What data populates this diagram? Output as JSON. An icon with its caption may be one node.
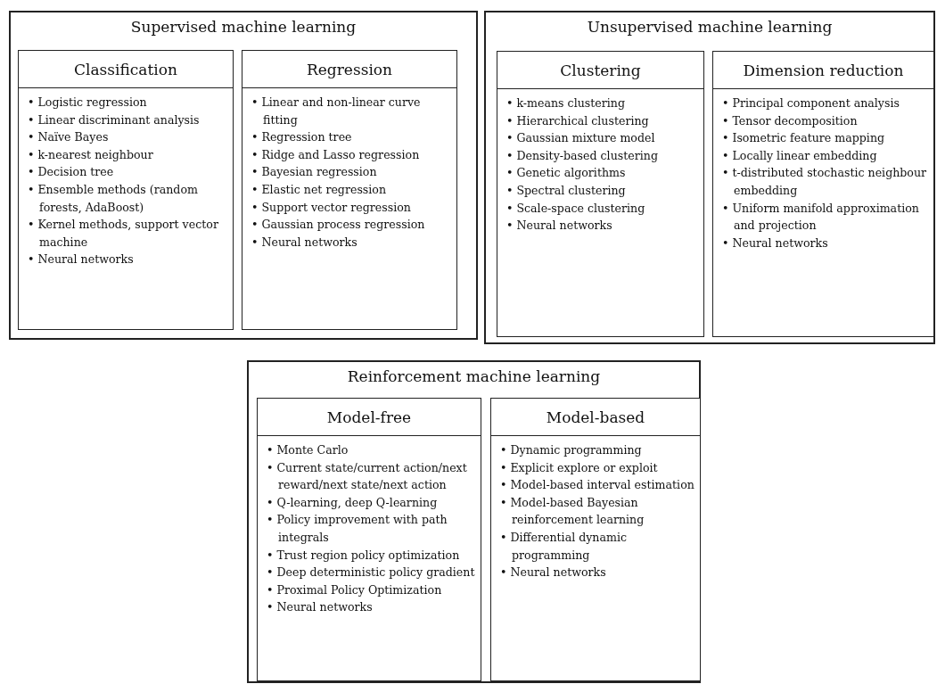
{
  "diagram": {
    "nodes": [
      {
        "text": [
          "Supervised machine learning"
        ]
      },
      {
        "text": [
          "Classification",
          "• Logistic regression",
          "• Linear discriminant analysis",
          "• Naïve Bayes",
          "• k-nearest neighbour",
          "• Decision tree",
          "• Ensemble methods (random forests, AdaBoost)",
          "• Kernel methods, support vector machine",
          "• Neural networks"
        ],
        "in": 0
      },
      {
        "text": [
          "Regression",
          "• Linear and non-linear curve fitting",
          "• Regression tree",
          "• Ridge and Lasso regression",
          "• Bayesian regression",
          "• Elastic net regression",
          "• Support vector regression",
          "• Gaussian process regression",
          "• Neural networks"
        ],
        "in": 0
      },
      {
        "text": [
          "Unsupervised machine learning"
        ]
      },
      {
        "text": [
          "Clustering",
          "• k-means clustering",
          "• Hierarchical clustering",
          "• Gaussian mixture model",
          "• Density-based clustering",
          "• Genetic algorithms",
          "• Spectral clustering",
          "• Scale-space clustering",
          "• Neural networks"
        ],
        "in": 3
      },
      {
        "text": [
          "Dimension reduction",
          "• Principal component analysis",
          "• Tensor decomposition",
          "• Isometric feature mapping",
          "• Locally linear embedding",
          "• t-distributed stochastic neighbour embedding",
          "• Uniform manifold approximation and projection",
          "• Neural networks"
        ],
        "in": 3
      },
      {
        "text": [
          "Reinforcement machine learning"
        ]
      },
      {
        "text": [
          "Model-free",
          "• Monte Carlo",
          "• Current state/current action/next reward/next state/next action",
          "• Q-learning, deep Q-learning",
          "• Policy improvement with path integrals",
          "• Trust region policy optimization",
          "• Deep deterministic policy gradient",
          "• Proximal Policy Optimization",
          "• Neural networks"
        ],
        "in": 6
      },
      {
        "text": [
          "Model-based",
          "• Dynamic programming",
          "• Explicit explore or exploit",
          "• Model-based interval estimation",
          "• Model-based Bayesian reinforcement learning",
          "• Differential dynamic programming",
          "• Neural networks"
        ],
        "in": 6
      }
    ]
  }
}
